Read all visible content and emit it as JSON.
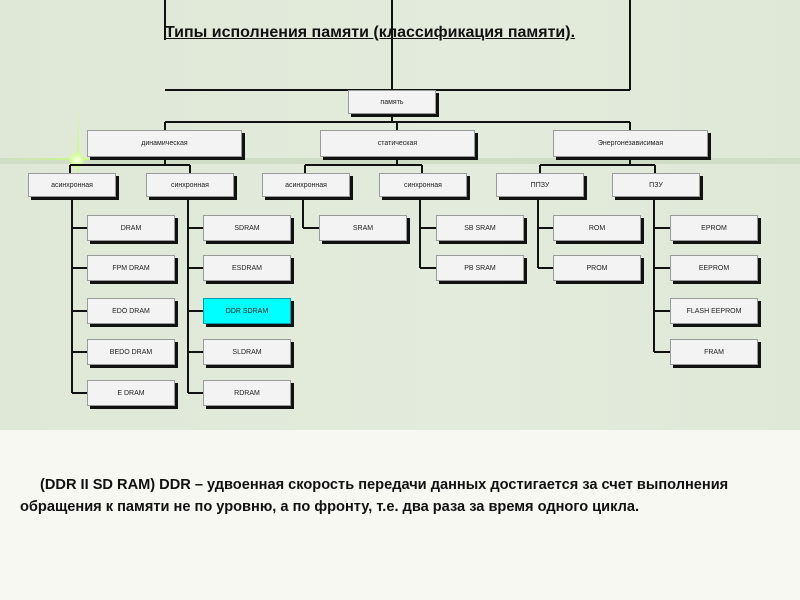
{
  "title": "Типы исполнения памяти (классификация памяти).",
  "tree": {
    "root": "память",
    "categories": [
      "динамическая",
      "статическая",
      "Энергонезависимая"
    ],
    "dynamic": {
      "async": "асинхронная",
      "sync": "синхронная",
      "async_items": [
        "DRAM",
        "FPM DRAM",
        "EDO DRAM",
        "BEDO DRAM",
        "E DRAM"
      ],
      "sync_items": [
        "SDRAM",
        "ESDRAM",
        "DDR SDRAM",
        "SLDRAM",
        "RDRAM"
      ]
    },
    "static": {
      "async": "асинхронная",
      "sync": "синхронная",
      "async_items": [
        "SRAM"
      ],
      "sync_items": [
        "SB SRAM",
        "PB SRAM"
      ]
    },
    "nonvolatile": {
      "ppzu": "ППЗУ",
      "pzu": "ПЗУ",
      "ppzu_items": [
        "ROM",
        "PROM"
      ],
      "pzu_items": [
        "EPROM",
        "EEPROM",
        "FLASH EEPROM",
        "FRAM"
      ]
    },
    "highlight_color": "#00ffff"
  },
  "note": "(DDR II SD RAM) DDR – удвоенная скорость передачи данных достигается за счет выполнения обращения к памяти не по уровню, а по фронту, т.е. два раза за время одного цикла."
}
